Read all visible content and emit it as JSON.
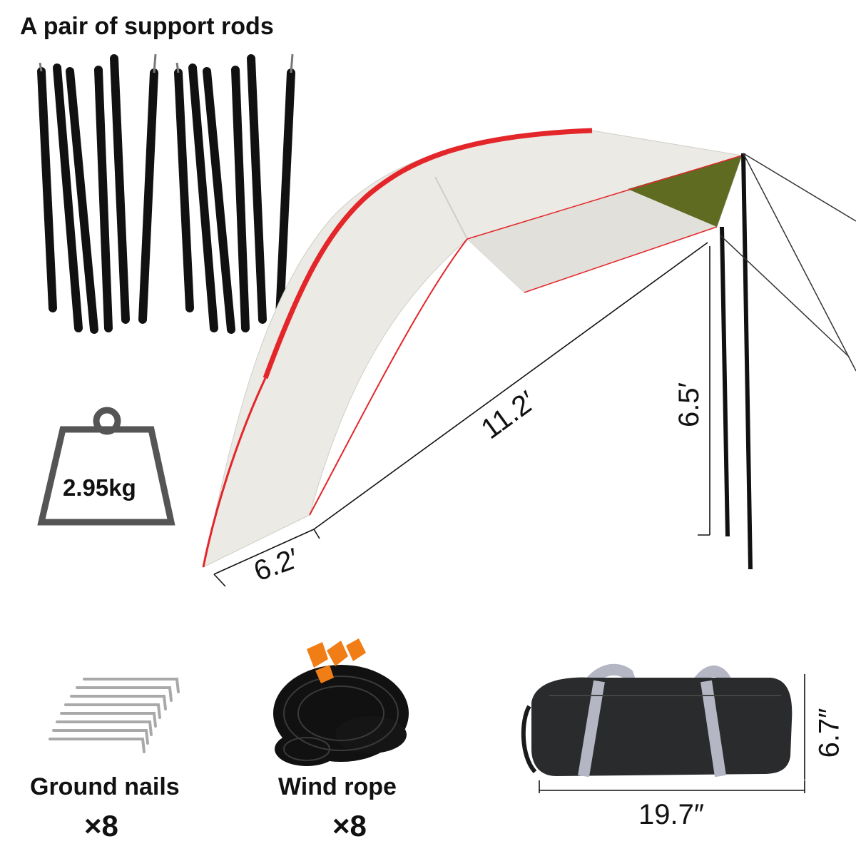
{
  "headings": {
    "rods": "A pair of support rods",
    "weight": "2.95kg",
    "nails": "Ground nails",
    "nails_count": "×8",
    "rope": "Wind rope",
    "rope_count": "×8"
  },
  "dimensions": {
    "width": "6.2′",
    "length": "11.2′",
    "height": "6.5′",
    "bag_length": "19.7″",
    "bag_height": "6.7″"
  },
  "colors": {
    "canopy": "#e9e7e2",
    "trim": "#e3262a",
    "underside": "#5e6b21",
    "rod": "#111111",
    "bag": "#2a2b2c",
    "strap": "#b4b6c4",
    "buckle": "#f07d16"
  }
}
